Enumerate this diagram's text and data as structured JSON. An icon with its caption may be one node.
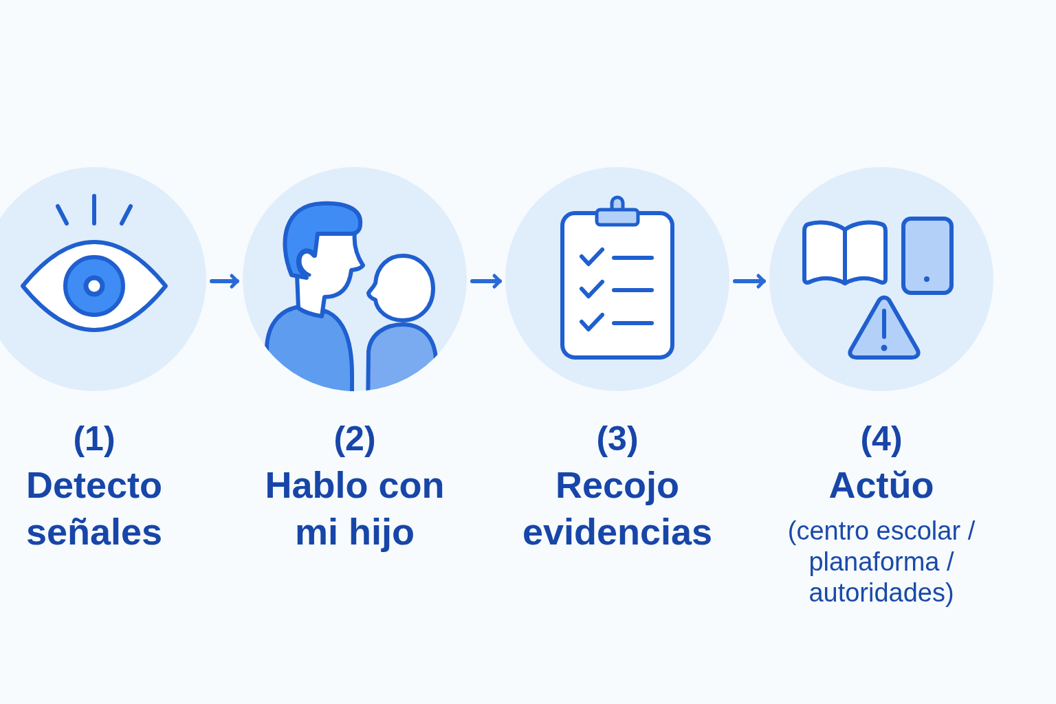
{
  "diagram": {
    "nodes": [
      {
        "text": [
          "(1)",
          "Detecto señales"
        ]
      },
      {
        "text": [
          "(2)",
          "Hablo con mi hijo"
        ]
      },
      {
        "text": [
          "(3)",
          "Recojo evidencias"
        ]
      },
      {
        "text": [
          "(4)",
          "Actŭo",
          "(centro escolar / planaforma / autoridades)"
        ]
      }
    ],
    "edges": [
      {
        "from": 0,
        "to": 1,
        "arrow": "to"
      },
      {
        "from": 1,
        "to": 2,
        "arrow": "to"
      },
      {
        "from": 2,
        "to": 3,
        "arrow": "to"
      }
    ]
  }
}
